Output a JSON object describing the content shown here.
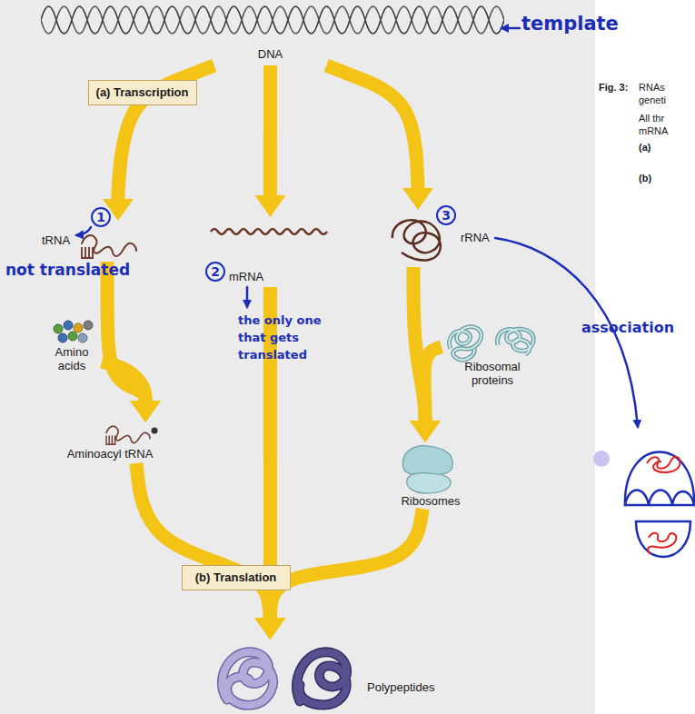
{
  "diagram": {
    "nodes": [
      {
        "text": [
          "DNA"
        ]
      },
      {
        "text": [
          "(a) Transcription"
        ]
      },
      {
        "text": [
          "tRNA"
        ]
      },
      {
        "text": [
          "mRNA"
        ]
      },
      {
        "text": [
          "rRNA"
        ]
      },
      {
        "text": [
          "Amino acids"
        ]
      },
      {
        "text": [
          "Ribosomal proteins"
        ]
      },
      {
        "text": [
          "Aminoacyl tRNA"
        ]
      },
      {
        "text": [
          "Ribosomes"
        ]
      },
      {
        "text": [
          "(b) Translation"
        ]
      },
      {
        "text": [
          "Polypeptides"
        ]
      }
    ],
    "edges": [
      {
        "from": 0,
        "to": 2,
        "arrow": "to"
      },
      {
        "from": 0,
        "to": 3,
        "arrow": "to"
      },
      {
        "from": 0,
        "to": 4,
        "arrow": "to"
      },
      {
        "from": 2,
        "to": 7,
        "arrow": "to"
      },
      {
        "from": 5,
        "to": 7,
        "arrow": "to"
      },
      {
        "from": 3,
        "to": 10,
        "arrow": "to"
      },
      {
        "from": 4,
        "to": 8,
        "arrow": "to"
      },
      {
        "from": 6,
        "to": 8,
        "arrow": "to"
      },
      {
        "from": 7,
        "to": 10,
        "arrow": "to"
      },
      {
        "from": 8,
        "to": 10,
        "arrow": "to"
      }
    ],
    "labels": [
      "template",
      "1",
      "not translated",
      "2",
      "the only one that gets translated",
      "3",
      "association",
      "Fig. 3:",
      "RNAs",
      "geneti",
      "All thr",
      "mRNA",
      "(a)",
      "(b)"
    ]
  }
}
